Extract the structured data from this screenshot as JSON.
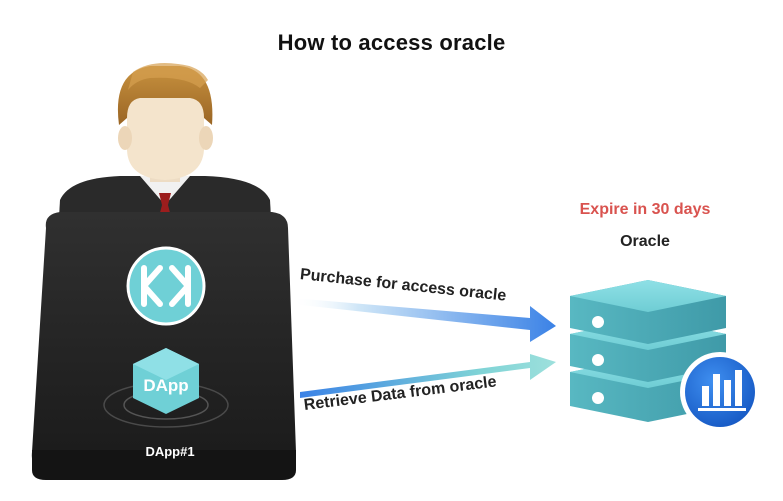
{
  "diagram": {
    "title": "How to access oracle",
    "dapp": {
      "logo_text": "DApp",
      "caption": "DApp#1",
      "badge_icon": "kk-logo-icon"
    },
    "arrows": {
      "purchase_label": "Purchase for access oracle",
      "retrieve_label": "Retrieve Data from oracle"
    },
    "oracle": {
      "expire_text": "Expire in 30 days",
      "label": "Oracle",
      "icon": "bar-chart-icon"
    },
    "colors": {
      "expire": "#d9534f",
      "teal": "#6fd0d6",
      "arrow_blue": "#3b82e6",
      "panel_dark": "#262626",
      "badge_blue": "#1e6ed8"
    }
  }
}
